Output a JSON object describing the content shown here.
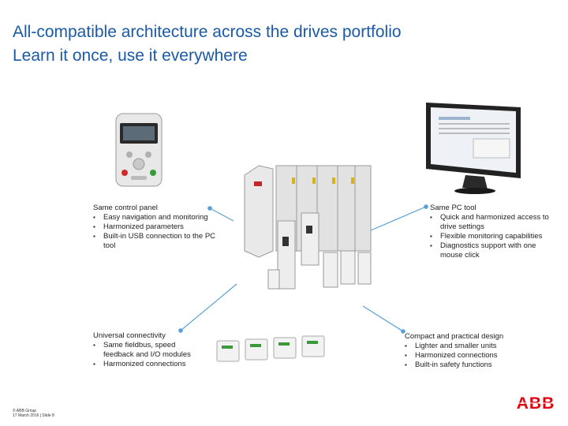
{
  "header": {
    "title_line1": "All-compatible architecture across the drives portfolio",
    "title_line2": "Learn it once, use it everywhere"
  },
  "blocks": {
    "control_panel": {
      "heading": "Same control panel",
      "items": [
        "Easy navigation and monitoring",
        "Harmonized parameters",
        "Built-in USB connection to the PC tool"
      ]
    },
    "pc_tool": {
      "heading": "Same PC tool",
      "items": [
        "Quick and harmonized access to drive settings",
        "Flexible monitoring capabilities",
        "Diagnostics support with one mouse click"
      ]
    },
    "connectivity": {
      "heading": "Universal connectivity",
      "items": [
        "Same fieldbus, speed feedback and I/O modules",
        "Harmonized connections"
      ]
    },
    "compact": {
      "heading": "Compact and practical design",
      "items": [
        "Lighter and smaller units",
        "Harmonized connections",
        "Built-in safety functions"
      ]
    }
  },
  "footer": {
    "copyright": "© ABB Group",
    "date_slide": "17 March 2016 | Slide 8"
  },
  "logo": {
    "text": "ABB"
  },
  "colors": {
    "title": "#1a5aa8",
    "connector": "#5aa0d6",
    "logo": "#e3000f"
  }
}
